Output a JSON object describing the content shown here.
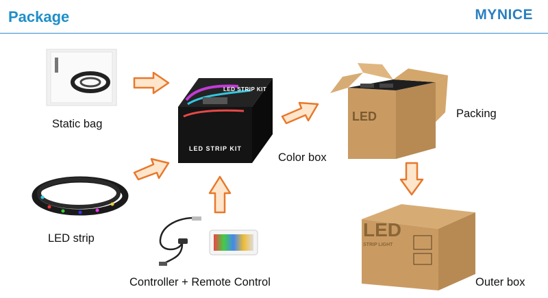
{
  "header": {
    "title": "Package",
    "brand": "MYNICE"
  },
  "labels": {
    "static_bag": "Static bag",
    "led_strip": "LED strip",
    "color_box": "Color box",
    "packing": "Packing",
    "outer_box": "Outer box",
    "controller": "Controller + Remote Control"
  },
  "box_text": {
    "kit": "LED STRIP KIT",
    "led": "LED",
    "strip_light": "STRIP LIGHT"
  },
  "colors": {
    "accent": "#1f8fc8",
    "arrow_stroke": "#e8782a",
    "arrow_fill": "#fde6cc",
    "cardboard": "#c99b63"
  }
}
